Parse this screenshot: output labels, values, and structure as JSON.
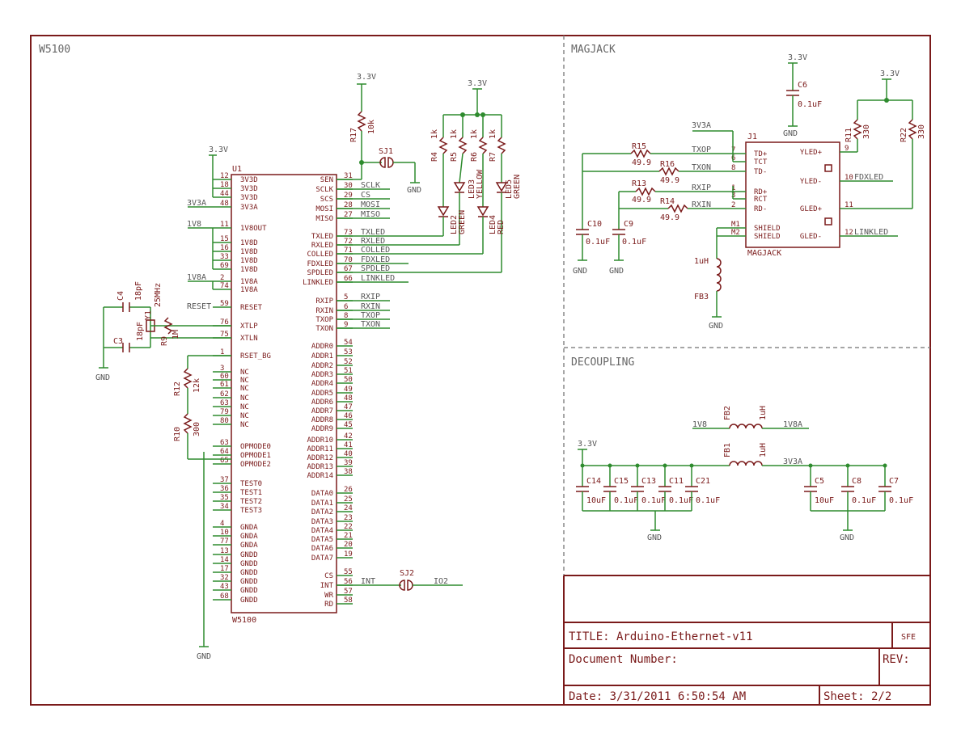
{
  "sections": {
    "w5100": "W5100",
    "magjack": "MAGJACK",
    "decoupling": "DECOUPLING"
  },
  "title_block": {
    "title": "TITLE: Arduino-Ethernet-v11",
    "sfe": "SFE",
    "doc_number": "Document Number:",
    "rev": "REV:",
    "date": "Date: 3/31/2011 6:50:54 AM",
    "sheet": "Sheet: 2/2"
  },
  "u1": {
    "ref": "U1",
    "name": "W5100",
    "left_pins": [
      [
        "12",
        "3V3D"
      ],
      [
        "18",
        "3V3D"
      ],
      [
        "44",
        "3V3D"
      ],
      [
        "48",
        "3V3A"
      ],
      [
        "11",
        "1V8OUT"
      ],
      [
        "15",
        "1V8D"
      ],
      [
        "16",
        "1V8D"
      ],
      [
        "33",
        "1V8D"
      ],
      [
        "69",
        "1V8D"
      ],
      [
        "2",
        "1V8A"
      ],
      [
        "74",
        "1V8A"
      ],
      [
        "59",
        "RESET"
      ],
      [
        "76",
        "XTLP"
      ],
      [
        "75",
        "XTLN"
      ],
      [
        "1",
        "RSET_BG"
      ],
      [
        "3",
        "NC"
      ],
      [
        "60",
        "NC"
      ],
      [
        "61",
        "NC"
      ],
      [
        "62",
        "NC"
      ],
      [
        "63",
        "NC"
      ],
      [
        "79",
        "NC"
      ],
      [
        "80",
        "NC"
      ],
      [
        "63",
        "OPMODE0"
      ],
      [
        "64",
        "OPMODE1"
      ],
      [
        "65",
        "OPMODE2"
      ],
      [
        "37",
        "TEST0"
      ],
      [
        "36",
        "TEST1"
      ],
      [
        "35",
        "TEST2"
      ],
      [
        "34",
        "TEST3"
      ],
      [
        "4",
        "GNDA"
      ],
      [
        "10",
        "GNDA"
      ],
      [
        "77",
        "GNDA"
      ],
      [
        "13",
        "GNDD"
      ],
      [
        "14",
        "GNDD"
      ],
      [
        "17",
        "GNDD"
      ],
      [
        "32",
        "GNDD"
      ],
      [
        "43",
        "GNDD"
      ],
      [
        "68",
        "GNDD"
      ]
    ],
    "right_pins": [
      [
        "31",
        "SEN"
      ],
      [
        "30",
        "SCLK"
      ],
      [
        "29",
        "SCS"
      ],
      [
        "28",
        "MOSI"
      ],
      [
        "27",
        "MISO"
      ],
      [
        "73",
        "TXLED"
      ],
      [
        "72",
        "RXLED"
      ],
      [
        "71",
        "COLLED"
      ],
      [
        "70",
        "FDXLED"
      ],
      [
        "67",
        "SPDLED"
      ],
      [
        "66",
        "LINKLED"
      ],
      [
        "5",
        "RXIP"
      ],
      [
        "6",
        "RXIN"
      ],
      [
        "8",
        "TXOP"
      ],
      [
        "9",
        "TXON"
      ],
      [
        "54",
        "ADDR0"
      ],
      [
        "53",
        "ADDR1"
      ],
      [
        "52",
        "ADDR2"
      ],
      [
        "51",
        "ADDR3"
      ],
      [
        "50",
        "ADDR4"
      ],
      [
        "49",
        "ADDR5"
      ],
      [
        "48",
        "ADDR6"
      ],
      [
        "47",
        "ADDR7"
      ],
      [
        "46",
        "ADDR8"
      ],
      [
        "45",
        "ADDR9"
      ],
      [
        "42",
        "ADDR10"
      ],
      [
        "41",
        "ADDR11"
      ],
      [
        "40",
        "ADDR12"
      ],
      [
        "39",
        "ADDR13"
      ],
      [
        "38",
        "ADDR14"
      ],
      [
        "26",
        "DATA0"
      ],
      [
        "25",
        "DATA1"
      ],
      [
        "24",
        "DATA2"
      ],
      [
        "23",
        "DATA3"
      ],
      [
        "22",
        "DATA4"
      ],
      [
        "21",
        "DATA5"
      ],
      [
        "20",
        "DATA6"
      ],
      [
        "19",
        "DATA7"
      ],
      [
        "55",
        "CS"
      ],
      [
        "56",
        "INT"
      ],
      [
        "57",
        "WR"
      ],
      [
        "58",
        "RD"
      ]
    ]
  },
  "net_labels": {
    "v33": "3.3V",
    "gnd": "GND",
    "v3v3a": "3V3A",
    "v1v8": "1V8",
    "v1v8a": "1V8A",
    "reset": "RESET",
    "sclk": "SCLK",
    "scs": "CS",
    "mosi": "MOSI",
    "miso": "MISO",
    "txled": "TXLED",
    "rxled": "RXLED",
    "colled": "COLLED",
    "fdxled": "FDXLED",
    "spdled": "SPDLED",
    "linkled": "LINKLED",
    "rxip": "RXIP",
    "rxin": "RXIN",
    "txop": "TXOP",
    "txon": "TXON",
    "int": "INT",
    "io2": "IO2"
  },
  "parts": {
    "r17": [
      "R17",
      "10k"
    ],
    "sj1": "SJ1",
    "sj2": "SJ2",
    "r4": [
      "R4",
      "1k"
    ],
    "r5": [
      "R5",
      "1k"
    ],
    "r6": [
      "R6",
      "1k"
    ],
    "r7": [
      "R7",
      "1k"
    ],
    "led2": [
      "LED2",
      "GREEN"
    ],
    "led3": [
      "LED3",
      "YELLOW"
    ],
    "led4": [
      "LED4",
      "RED"
    ],
    "led5": [
      "LED5",
      "GREEN"
    ],
    "c4": [
      "C4",
      "18pF"
    ],
    "c3": [
      "C3",
      "18pF"
    ],
    "y1": [
      "Y1",
      "25MHz"
    ],
    "r9": [
      "R9",
      "1M"
    ],
    "r12": [
      "R12",
      "12k"
    ],
    "r10": [
      "R10",
      "300"
    ]
  },
  "magjack": {
    "c6": [
      "C6",
      "0.1uF"
    ],
    "r15": [
      "R15",
      "49.9"
    ],
    "r16": [
      "R16",
      "49.9"
    ],
    "r13": [
      "R13",
      "49.9"
    ],
    "r14": [
      "R14",
      "49.9"
    ],
    "c10": [
      "C10",
      "0.1uF"
    ],
    "c9": [
      "C9",
      "0.1uF"
    ],
    "fb3": [
      "FB3",
      "1uH"
    ],
    "r11": [
      "R11",
      "330"
    ],
    "r22": [
      "R22",
      "330"
    ],
    "j1": "J1",
    "j1_name": "MAGJACK",
    "j1_left": [
      [
        "7",
        "TD+"
      ],
      [
        "6",
        "TCT"
      ],
      [
        "8",
        "TD-"
      ],
      [
        "1",
        "RD+"
      ],
      [
        "3",
        "RCT"
      ],
      [
        "2",
        "RD-"
      ],
      [
        "M1",
        "SHIELD"
      ],
      [
        "M2",
        "SHIELD"
      ]
    ],
    "j1_right": [
      [
        "9",
        "YLED+"
      ],
      [
        "10",
        "YLED-"
      ],
      [
        "11",
        "GLED+"
      ],
      [
        "12",
        "GLED-"
      ]
    ],
    "fdx_label": "FDXLED",
    "link_label": "LINKLED"
  },
  "decoupling": {
    "fb2": [
      "FB2",
      "1uH"
    ],
    "fb1": [
      "FB1",
      "1uH"
    ],
    "caps_left": [
      [
        "C14",
        "10uF"
      ],
      [
        "C15",
        "0.1uF"
      ],
      [
        "C13",
        "0.1uF"
      ],
      [
        "C11",
        "0.1uF"
      ],
      [
        "C21",
        "0.1uF"
      ]
    ],
    "caps_right": [
      [
        "C5",
        "10uF"
      ],
      [
        "C8",
        "0.1uF"
      ],
      [
        "C7",
        "0.1uF"
      ]
    ]
  }
}
